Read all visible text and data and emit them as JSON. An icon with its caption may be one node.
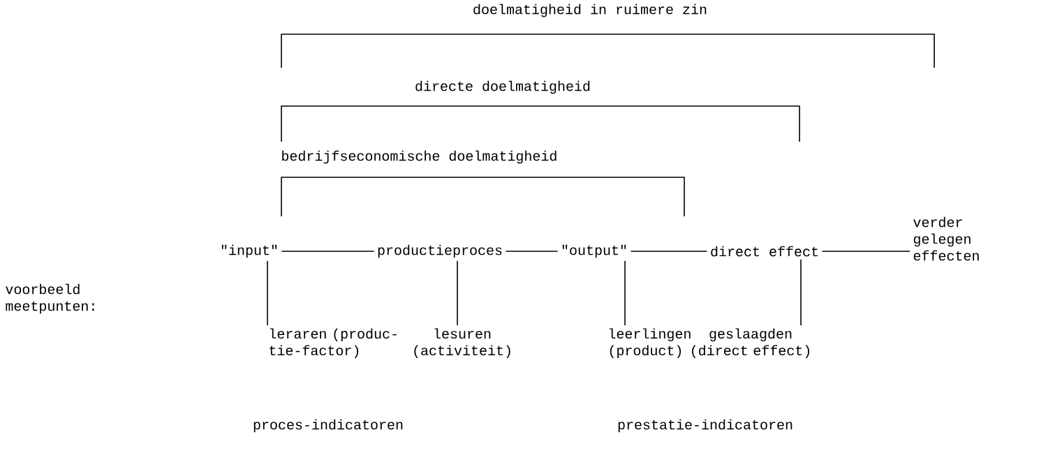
{
  "diagram": {
    "nodes": [
      {
        "text": [
          "\"input\""
        ]
      },
      {
        "text": [
          "productieproces"
        ]
      },
      {
        "text": [
          "\"output\""
        ]
      },
      {
        "text": [
          "direct effect"
        ]
      },
      {
        "text": [
          "verder gelegen effecten"
        ]
      },
      {
        "text": [
          "leraren (produc- tie-factor)"
        ]
      },
      {
        "text": [
          "lesuren (activiteit)"
        ]
      },
      {
        "text": [
          "leerlingen (product)"
        ]
      },
      {
        "text": [
          "geslaagden (direct effect)"
        ]
      }
    ],
    "edges": [
      {
        "from": 0,
        "to": 1,
        "arrow": "none"
      },
      {
        "from": 1,
        "to": 2,
        "arrow": "none"
      },
      {
        "from": 2,
        "to": 3,
        "arrow": "none"
      },
      {
        "from": 3,
        "to": 4,
        "arrow": "none"
      },
      {
        "from": 0,
        "to": 5,
        "arrow": "none"
      },
      {
        "from": 1,
        "to": 6,
        "arrow": "none"
      },
      {
        "from": 2,
        "to": 7,
        "arrow": "none"
      },
      {
        "from": 3,
        "to": 8,
        "arrow": "none"
      }
    ],
    "labels": [
      "doelmatigheid in ruimere zin",
      "directe doelmatigheid",
      "bedrijfseconomische doelmatigheid",
      "voorbeeld meetpunten:",
      "proces-indicatoren",
      "prestatie-indicatoren"
    ]
  }
}
